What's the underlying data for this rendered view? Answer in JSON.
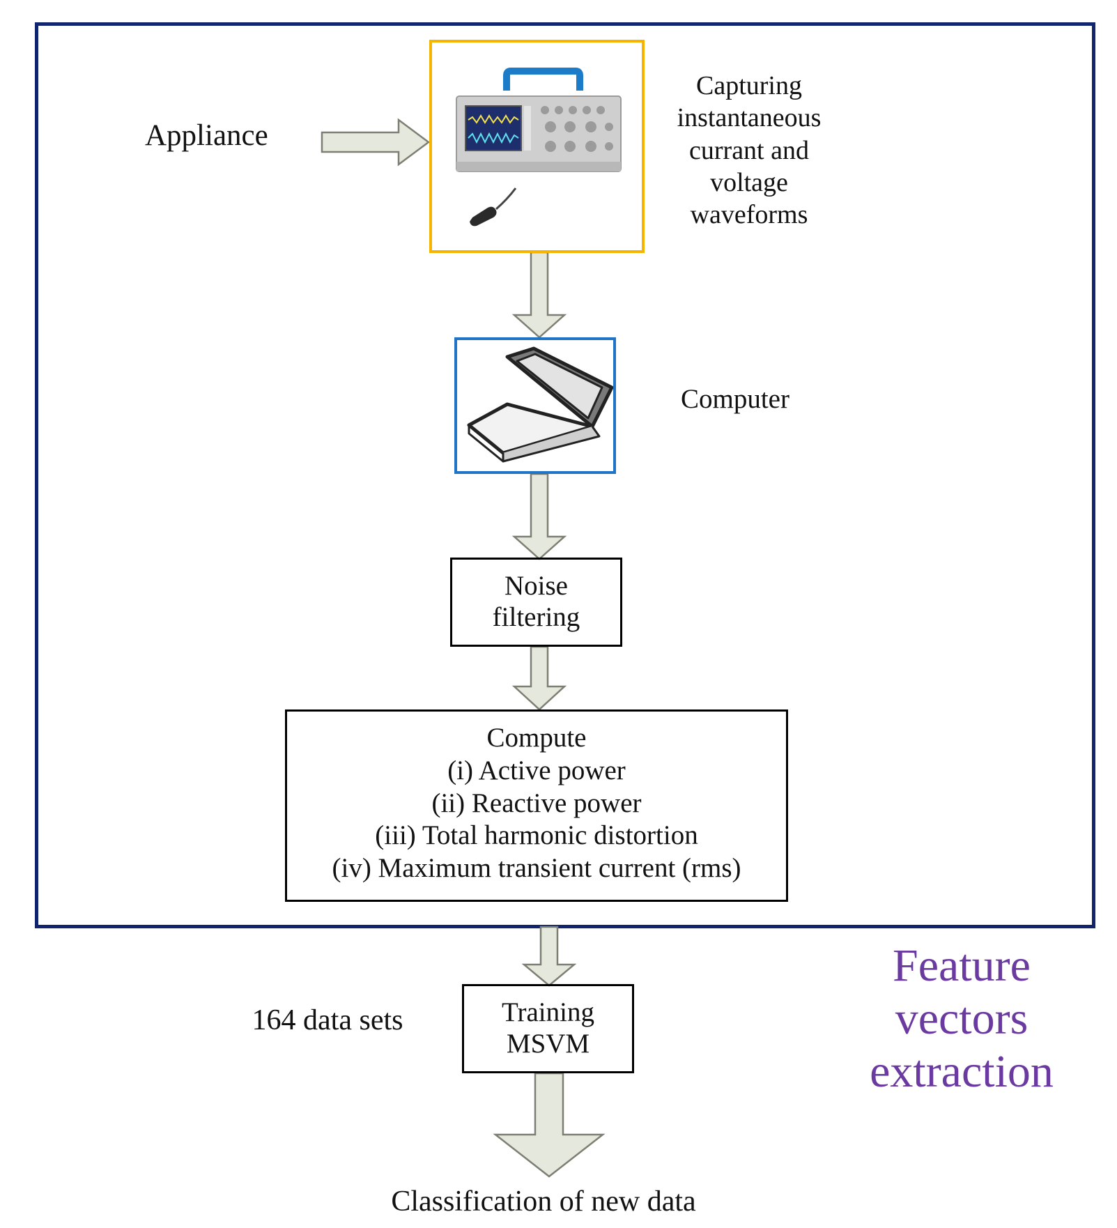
{
  "appliance_label": "Appliance",
  "capture_lines": [
    "Capturing",
    "instantaneous",
    "currant and",
    "voltage",
    "waveforms"
  ],
  "computer_label": "Computer",
  "noise_lines": [
    "Noise",
    "filtering"
  ],
  "compute_lines": [
    "Compute",
    "(i) Active power",
    "(ii) Reactive power",
    "(iii) Total harmonic distortion",
    "(iv) Maximum transient current (rms)"
  ],
  "datasets_label": "164 data sets",
  "training_lines": [
    "Training",
    "MSVM"
  ],
  "feature_lines": [
    "Feature",
    "vectors",
    "extraction"
  ],
  "classification_label": "Classification of new data",
  "colors": {
    "frame": "#10256e",
    "oscilloscope_box": "#f5b400",
    "computer_box": "#1f74c8",
    "arrow_fill": "#e5e8dc",
    "arrow_stroke": "#7d7f73",
    "feature_text": "#6b3aa0"
  },
  "icons": {
    "oscilloscope": "oscilloscope-icon",
    "laptop": "laptop-icon"
  }
}
